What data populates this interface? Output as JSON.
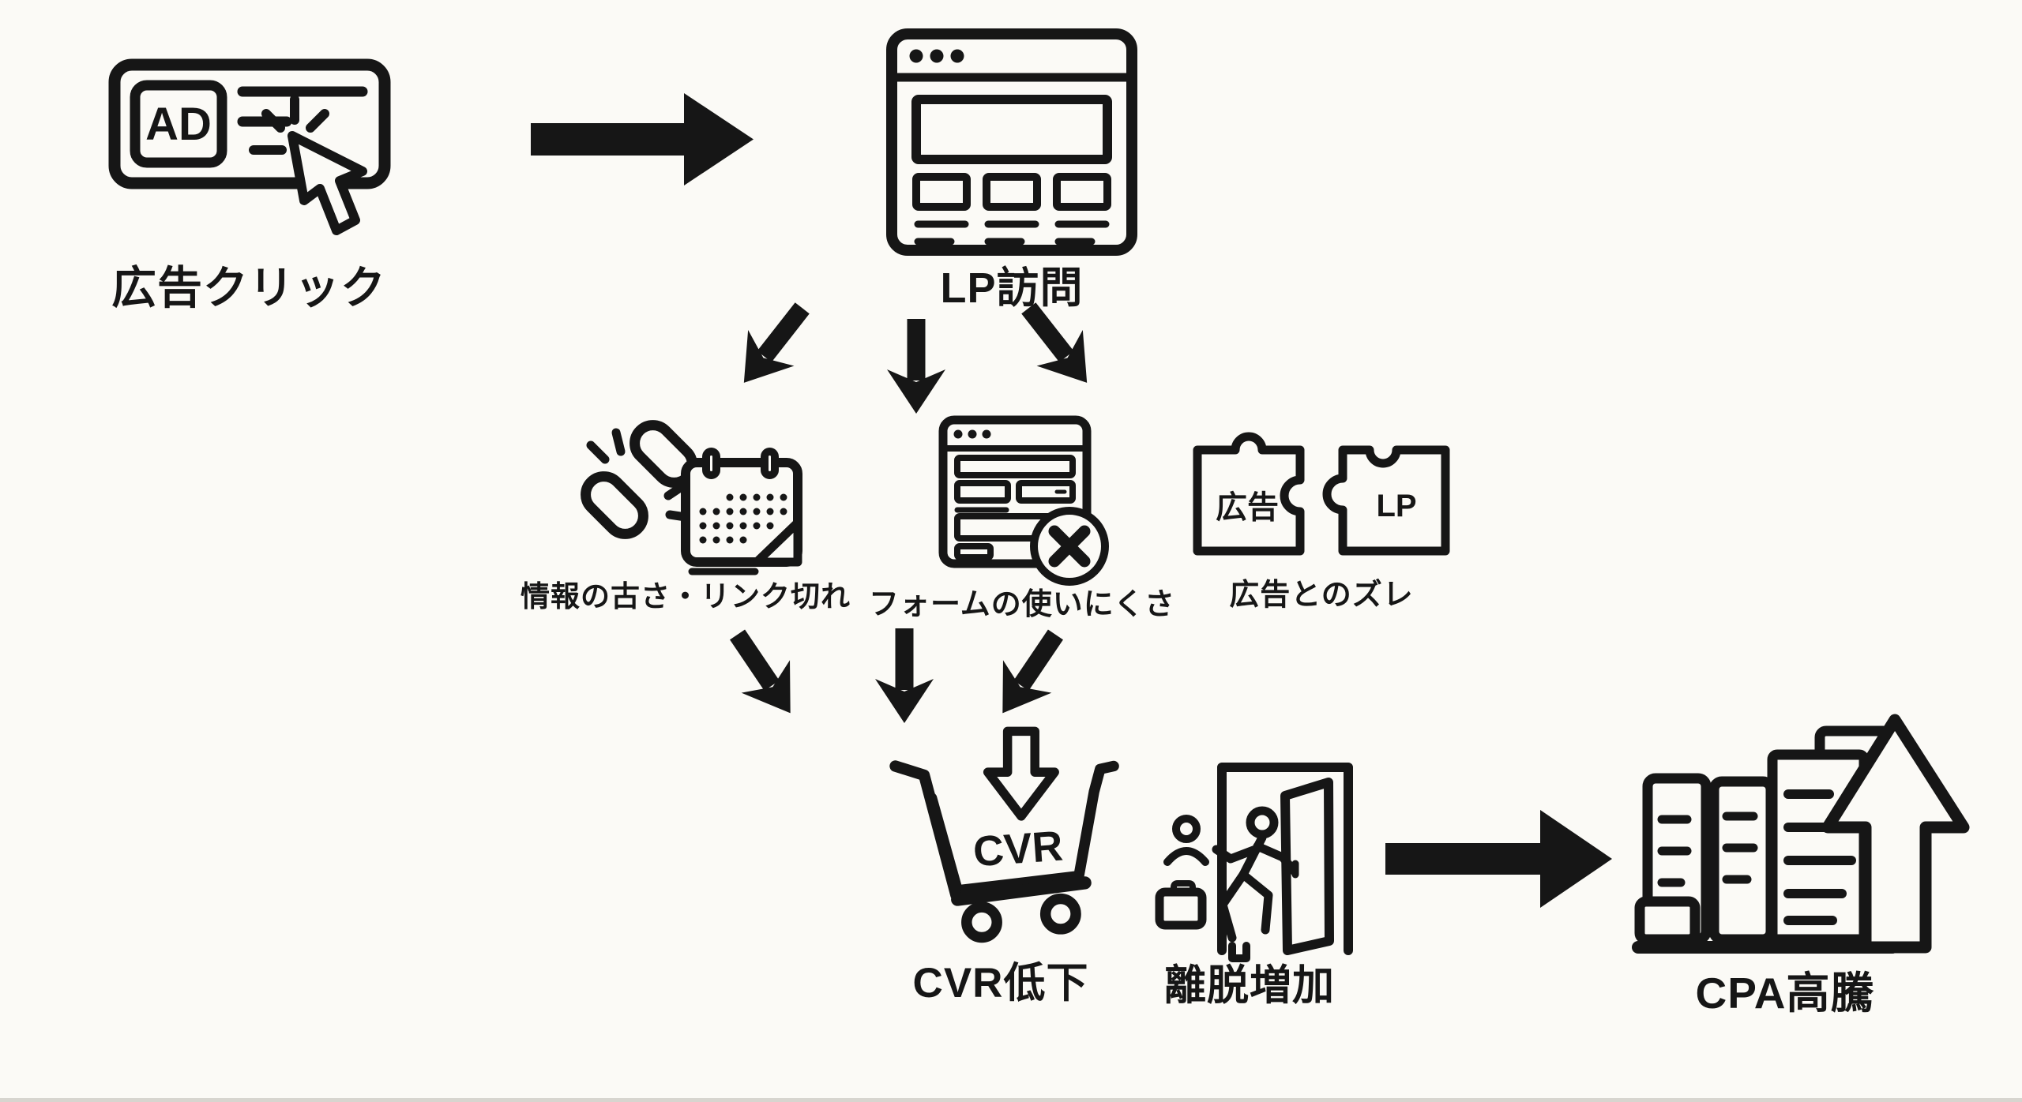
{
  "page": {
    "background": "#fbfaf6",
    "ink": "#161616",
    "bottom_edge_color": "#b9b6ae"
  },
  "nodes": {
    "ad_click": {
      "label": "広告クリック",
      "badge_text": "AD"
    },
    "lp_visit": {
      "label": "LP訪問"
    },
    "stale_info": {
      "label": "情報の古さ・リンク切れ"
    },
    "form_pain": {
      "label": "フォームの使いにくさ"
    },
    "ad_gap": {
      "label": "広告とのズレ",
      "puzzle_left": "広告",
      "puzzle_right": "LP"
    },
    "cvr_drop": {
      "label": "CVR低下",
      "cart_text": "CVR"
    },
    "exit_up": {
      "label": "離脱増加"
    },
    "cpa_up": {
      "label": "CPA高騰"
    }
  }
}
